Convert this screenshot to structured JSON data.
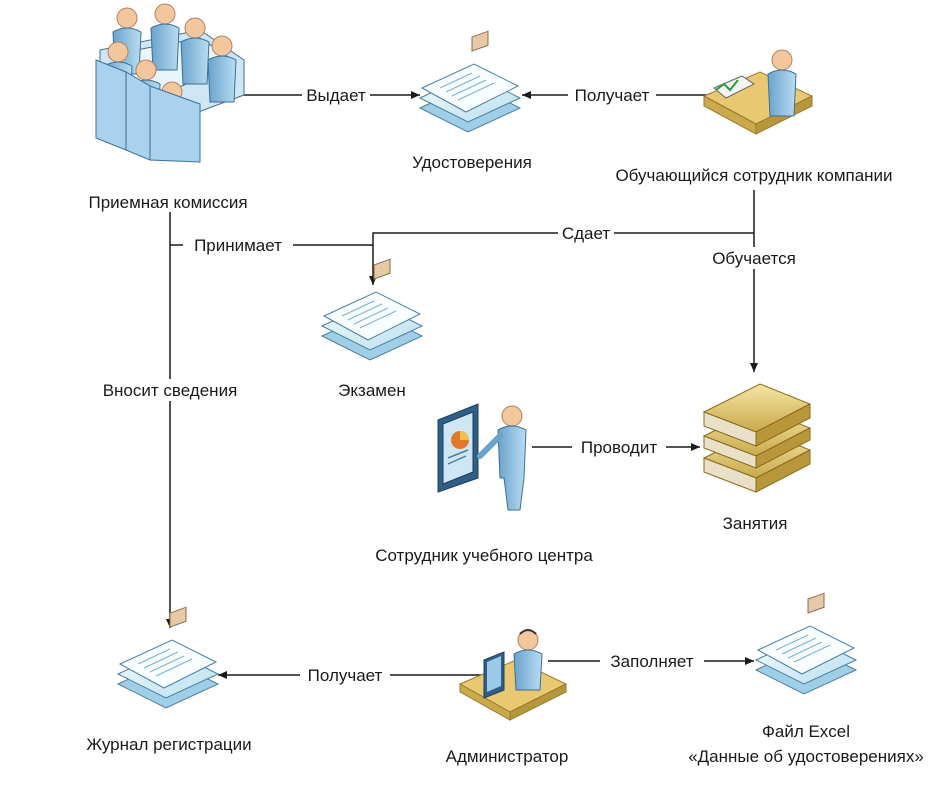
{
  "nodes": {
    "commission": {
      "label": "Приемная комиссия",
      "icon": "conference-table-icon"
    },
    "certificates": {
      "label": "Удостоверения",
      "icon": "document-stack-icon"
    },
    "trainee": {
      "label": "Обучающийся сотрудник компании",
      "icon": "person-at-desk-icon"
    },
    "exam": {
      "label": "Экзамен",
      "icon": "document-stack-icon"
    },
    "lessons": {
      "label": "Занятия",
      "icon": "books-stack-icon"
    },
    "trainer": {
      "label": "Сотрудник учебного центра",
      "icon": "presenter-board-icon"
    },
    "journal": {
      "label": "Журнал регистрации",
      "icon": "document-stack-icon"
    },
    "admin": {
      "label": "Администратор",
      "icon": "operator-computer-icon"
    },
    "excel_file": {
      "label_line1": "Файл Excel",
      "label_line2": "«Данные об удостоверениях»",
      "icon": "document-stack-icon"
    }
  },
  "edges": {
    "issues": "Выдает",
    "receives_cert": "Получает",
    "accepts": "Принимает",
    "submits": "Сдает",
    "studies": "Обучается",
    "enters_info": "Вносит сведения",
    "conducts": "Проводит",
    "receives_journal": "Получает",
    "fills": "Заполняет"
  },
  "colors": {
    "line": "#1a1a1a",
    "doc_fill": "#d9eef7",
    "doc_stroke": "#4a7fa0",
    "person": "#8cbfe0",
    "skin": "#f2c79e",
    "book": "#e7cf7c",
    "desk": "#e8c870"
  }
}
